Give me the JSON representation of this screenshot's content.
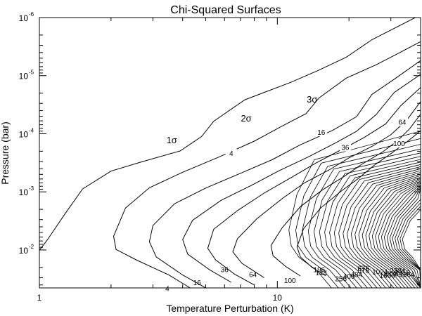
{
  "chart_data": {
    "type": "line",
    "subtype": "contour",
    "title": "Chi-Squared Surfaces",
    "xlabel": "Temperature Perturbation (K)",
    "ylabel": "Pressure (bar)",
    "x_scale": "log",
    "y_scale": "log",
    "y_inverted": true,
    "xlim": [
      1,
      40
    ],
    "ylim": [
      0.045,
      1e-06
    ],
    "x_tick_labels": [
      {
        "value": 1,
        "label": "1"
      },
      {
        "value": 10,
        "label": "10"
      }
    ],
    "y_tick_labels": [
      {
        "value": 1e-06,
        "base": "10",
        "exp": "-6"
      },
      {
        "value": 1e-05,
        "base": "10",
        "exp": "-5"
      },
      {
        "value": 0.0001,
        "base": "10",
        "exp": "-4"
      },
      {
        "value": 0.001,
        "base": "10",
        "exp": "-3"
      },
      {
        "value": 0.01,
        "base": "10",
        "exp": "-2"
      }
    ],
    "sigma_labels": [
      {
        "text": "1σ",
        "x": 3.6,
        "p": 0.00013
      },
      {
        "text": "2σ",
        "x": 7.4,
        "p": 5.5e-05
      },
      {
        "text": "3σ",
        "x": 14.0,
        "p": 2.6e-05
      }
    ],
    "series": [
      {
        "level": "1σ",
        "points": [
          [
            40,
            9e-07
          ],
          [
            25,
            2.4e-06
          ],
          [
            19.5,
            4.8e-06
          ],
          [
            14.8,
            8.2e-06
          ],
          [
            11.3,
            1.32e-05
          ],
          [
            7.3,
            2.6e-05
          ],
          [
            5.4,
            6.1e-05
          ],
          [
            4.8,
            0.000112
          ],
          [
            3.9,
            0.000198
          ],
          [
            2.65,
            0.00031
          ],
          [
            2.0,
            0.00044
          ],
          [
            1.52,
            0.00089
          ],
          [
            1.28,
            0.0024
          ],
          [
            1.08,
            0.0067
          ],
          [
            0.98,
            0.0113
          ]
        ]
      },
      {
        "level": "4",
        "label": "4",
        "label_pos": [
          6.4,
          0.00022
        ],
        "points": [
          [
            40,
            2.6e-06
          ],
          [
            32,
            4.2e-06
          ],
          [
            26,
            6.5e-06
          ],
          [
            19.5,
            1.1e-05
          ],
          [
            15.0,
            2.4e-05
          ],
          [
            13.2,
            4.5e-05
          ],
          [
            10.4,
            7.5e-05
          ],
          [
            8.0,
            0.000134
          ],
          [
            5.7,
            0.00025
          ],
          [
            4.0,
            0.00046
          ],
          [
            2.9,
            0.00085
          ],
          [
            2.3,
            0.0019
          ],
          [
            2.05,
            0.0058
          ],
          [
            2.1,
            0.0098
          ],
          [
            2.55,
            0.0148
          ],
          [
            3.5,
            0.027
          ],
          [
            4.3,
            0.045
          ]
        ]
      },
      {
        "level": "2σ",
        "points": [
          [
            40,
            5.5e-06
          ],
          [
            31,
            1.15e-05
          ],
          [
            25,
            2.1e-05
          ],
          [
            21.5,
            5.1e-05
          ],
          [
            17.0,
            8.8e-05
          ],
          [
            12.5,
            0.000155
          ],
          [
            9.5,
            0.00028
          ],
          [
            7.0,
            0.00048
          ],
          [
            5.0,
            0.00086
          ],
          [
            3.7,
            0.0016
          ],
          [
            3.0,
            0.0038
          ],
          [
            2.9,
            0.0072
          ],
          [
            3.1,
            0.0132
          ],
          [
            4.0,
            0.027
          ],
          [
            5.0,
            0.045
          ]
        ]
      },
      {
        "level": "16",
        "label": "16",
        "label_pos": [
          15.3,
          9.6e-05
        ],
        "points": [
          [
            40,
            9.5e-06
          ],
          [
            31,
            1.95e-05
          ],
          [
            26,
            4.7e-05
          ],
          [
            21.5,
            9.1e-05
          ],
          [
            17.5,
            0.000145
          ],
          [
            13.5,
            0.00025
          ],
          [
            10.2,
            0.00043
          ],
          [
            7.8,
            0.00077
          ],
          [
            5.8,
            0.0014
          ],
          [
            4.4,
            0.0031
          ],
          [
            4.0,
            0.0066
          ],
          [
            4.2,
            0.0118
          ],
          [
            5.2,
            0.022
          ],
          [
            6.4,
            0.036
          ]
        ]
      },
      {
        "level": "3σ",
        "points": [
          [
            40,
            1.6e-05
          ],
          [
            33,
            3.3e-05
          ],
          [
            28.5,
            6.8e-05
          ],
          [
            23,
            0.000118
          ],
          [
            18.5,
            0.00019
          ],
          [
            14.5,
            0.00032
          ],
          [
            11.5,
            0.00056
          ],
          [
            8.8,
            0.00105
          ],
          [
            6.8,
            0.0021
          ],
          [
            5.4,
            0.0044
          ],
          [
            5.1,
            0.0094
          ],
          [
            5.5,
            0.0148
          ],
          [
            6.6,
            0.026
          ],
          [
            8.0,
            0.04
          ]
        ]
      },
      {
        "level": "36",
        "label": "36",
        "label_pos": [
          19.3,
          0.000175
        ],
        "points": [
          [
            40,
            2.8e-05
          ],
          [
            35,
            5.8e-05
          ],
          [
            30,
            0.000104
          ],
          [
            25,
            0.000165
          ],
          [
            20,
            0.00026
          ],
          [
            16.5,
            0.00042
          ],
          [
            13.0,
            0.0007
          ],
          [
            10.5,
            0.0013
          ],
          [
            8.2,
            0.0029
          ],
          [
            6.8,
            0.0064
          ],
          [
            6.5,
            0.0108
          ],
          [
            7.1,
            0.017
          ],
          [
            8.8,
            0.03
          ]
        ]
      },
      {
        "level": "64",
        "label": "64",
        "label_pos": [
          33.5,
          6.4e-05
        ],
        "points": [
          [
            40,
            4.6e-05
          ],
          [
            36,
            8.2e-05
          ],
          [
            32,
            0.000132
          ],
          [
            27.5,
            0.00021
          ],
          [
            22.5,
            0.00034
          ],
          [
            19,
            0.00055
          ],
          [
            15.5,
            0.00092
          ],
          [
            12.5,
            0.0018
          ],
          [
            10.5,
            0.0041
          ],
          [
            9.4,
            0.0084
          ],
          [
            9.6,
            0.0126
          ],
          [
            10.8,
            0.019
          ],
          [
            12.5,
            0.028
          ]
        ]
      },
      {
        "level": "100",
        "label": "100",
        "label_pos": [
          32.5,
          0.00015
        ],
        "points": [
          [
            40,
            8.9e-05
          ],
          [
            35,
            0.000138
          ],
          [
            30,
            0.00022
          ],
          [
            25.5,
            0.00035
          ],
          [
            22,
            0.00058
          ],
          [
            18.5,
            0.00098
          ],
          [
            15.2,
            0.0019
          ],
          [
            12.9,
            0.0043
          ],
          [
            12.1,
            0.0088
          ],
          [
            12.5,
            0.0132
          ],
          [
            14.0,
            0.02
          ],
          [
            16.0,
            0.028
          ]
        ]
      }
    ],
    "lower_labels": [
      {
        "text": "36",
        "x": 6.0,
        "p": 0.022
      },
      {
        "text": "64",
        "x": 7.9,
        "p": 0.027
      },
      {
        "text": "16",
        "x": 4.6,
        "p": 0.037
      },
      {
        "text": "4",
        "x": 3.45,
        "p": 0.047
      },
      {
        "text": "100",
        "x": 11.3,
        "p": 0.034
      },
      {
        "text": "196",
        "x": 15.0,
        "p": 0.022
      },
      {
        "text": "144",
        "x": 15.3,
        "p": 0.025
      },
      {
        "text": "256",
        "x": 18.5,
        "p": 0.032
      },
      {
        "text": "400",
        "x": 20.0,
        "p": 0.029
      },
      {
        "text": "484",
        "x": 21.5,
        "p": 0.027
      },
      {
        "text": "576",
        "x": 23.0,
        "p": 0.023
      },
      {
        "text": "676",
        "x": 23.0,
        "p": 0.021
      },
      {
        "text": "1024",
        "x": 27.0,
        "p": 0.024
      },
      {
        "text": "1600",
        "x": 29.0,
        "p": 0.028
      },
      {
        "text": "1936",
        "x": 30.0,
        "p": 0.026
      },
      {
        "text": "2304",
        "x": 32.0,
        "p": 0.023
      },
      {
        "text": "2916",
        "x": 33.5,
        "p": 0.025
      },
      {
        "text": "3364",
        "x": 35.0,
        "p": 0.027
      }
    ],
    "dense_family": {
      "description": "many higher chi-squared contours packed toward the right edge",
      "count": 30
    }
  }
}
